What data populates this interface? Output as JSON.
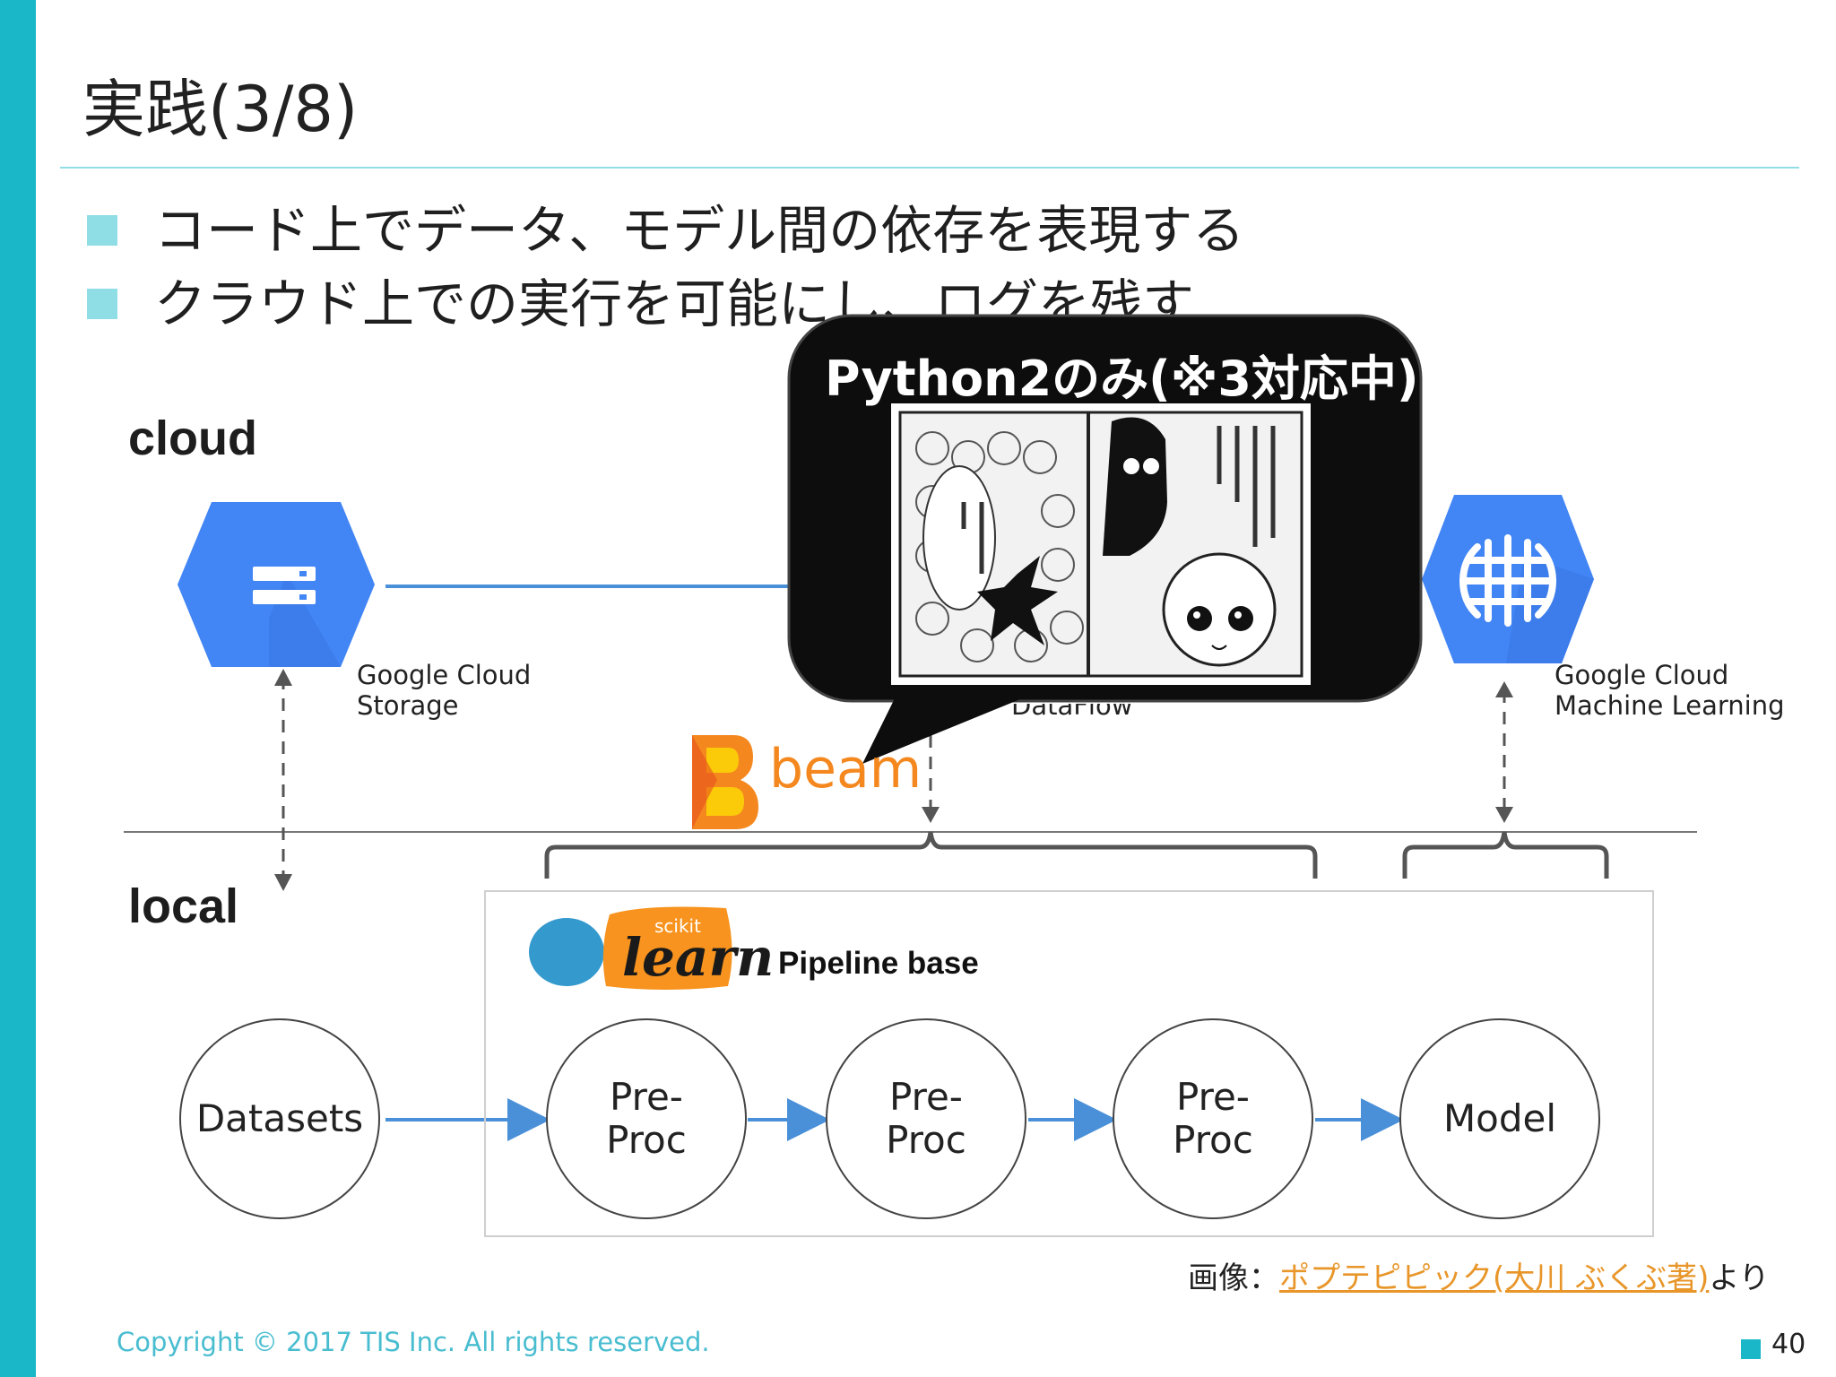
{
  "slide": {
    "title": "実践(3/8)",
    "page_number": "40",
    "copyright": "Copyright © 2017 TIS Inc. All rights reserved."
  },
  "bullets": [
    {
      "text": "コード上でデータ、モデル間の依存を表現する"
    },
    {
      "text": "クラウド上での実行を可能にし、ログを残す"
    }
  ],
  "zones": {
    "cloud": "cloud",
    "local": "local"
  },
  "services": {
    "storage": {
      "label": "Google Cloud\nStorage",
      "icon": "google-cloud-storage-icon"
    },
    "dataflow": {
      "label": "DataFlow"
    },
    "ml": {
      "label": "Google Cloud\nMachine Learning",
      "icon": "google-cloud-ml-brain-icon"
    }
  },
  "logos": {
    "beam": "beam",
    "sklearn_top": "scikit",
    "sklearn_main": "learn"
  },
  "pipeline": {
    "label": "Pipeline base",
    "nodes": [
      {
        "label": "Datasets"
      },
      {
        "label": "Pre-\nProc"
      },
      {
        "label": "Pre-\nProc"
      },
      {
        "label": "Pre-\nProc"
      },
      {
        "label": "Model"
      }
    ]
  },
  "callout": {
    "title": "Python2のみ(※3対応中)",
    "image": "manga-panel-illustration"
  },
  "credit": {
    "prefix": "画像：",
    "link": "ポプテピピック(大川 ぶくぶ著)",
    "suffix": "より"
  },
  "colors": {
    "accent": "#1ab7c9",
    "bullet": "#8fdde5",
    "gcp_blue": "#4285f4",
    "arrow_blue": "#4a90d9",
    "beam_orange": "#f4881f",
    "sklearn_orange": "#f7931e",
    "sklearn_blue": "#3499cd",
    "link_orange": "#e8962a"
  }
}
